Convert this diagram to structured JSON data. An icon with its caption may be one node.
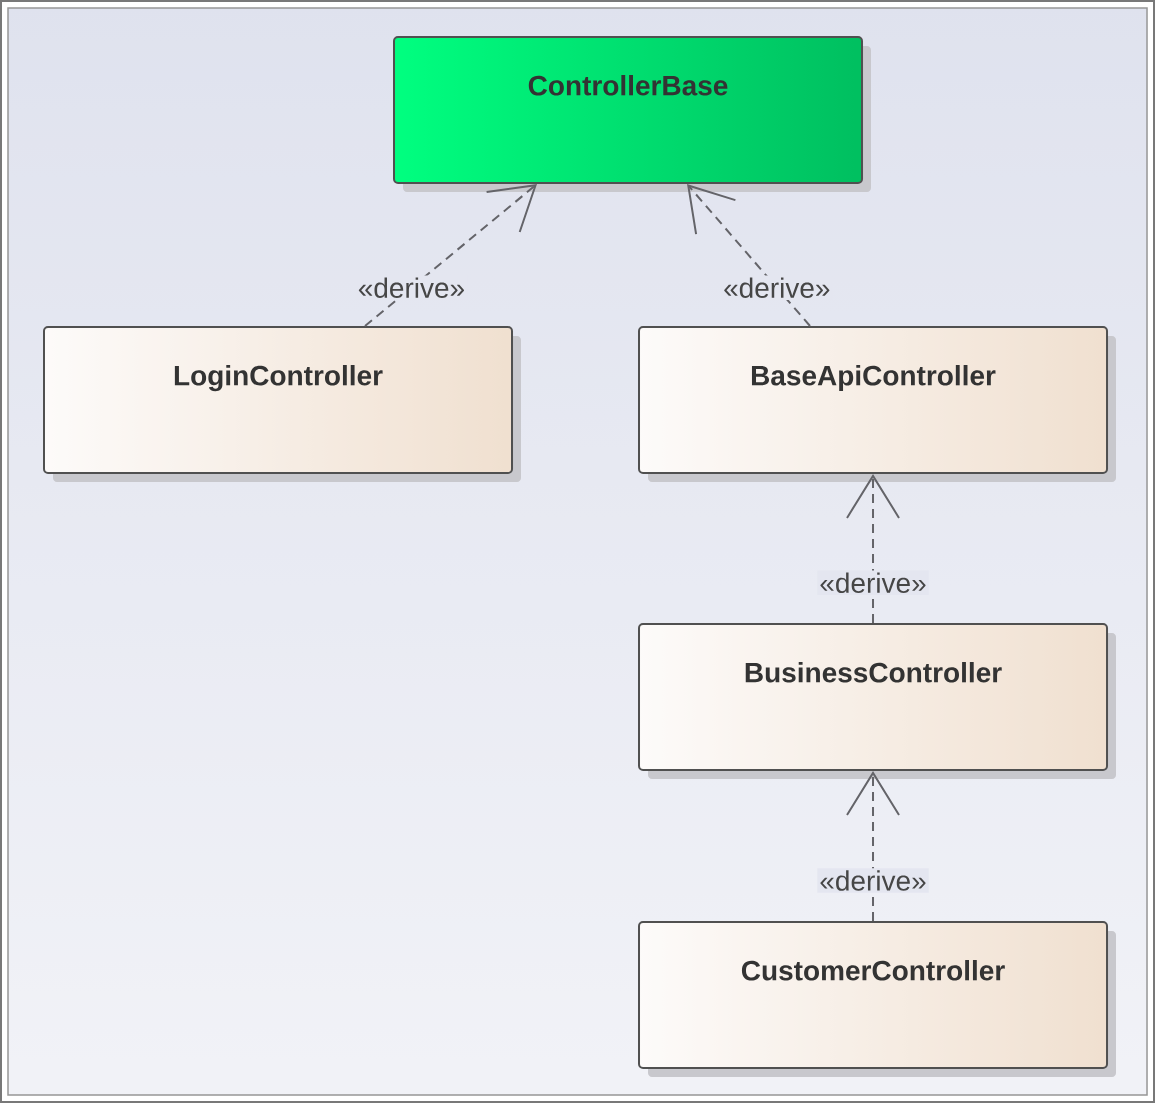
{
  "diagram": {
    "nodes": [
      {
        "text": [
          "ControllerBase"
        ]
      },
      {
        "text": [
          "LoginController"
        ]
      },
      {
        "text": [
          "BaseApiController"
        ]
      },
      {
        "text": [
          "BusinessController"
        ]
      },
      {
        "text": [
          "CustomerController"
        ]
      }
    ],
    "edges": [
      {
        "from": 1,
        "to": 0,
        "arrow": "to",
        "label": "«derive»",
        "style": "dashed"
      },
      {
        "from": 2,
        "to": 0,
        "arrow": "to",
        "label": "«derive»",
        "style": "dashed"
      },
      {
        "from": 3,
        "to": 2,
        "arrow": "to",
        "label": "«derive»",
        "style": "dashed"
      },
      {
        "from": 4,
        "to": 3,
        "arrow": "to",
        "label": "«derive»",
        "style": "dashed"
      }
    ]
  }
}
